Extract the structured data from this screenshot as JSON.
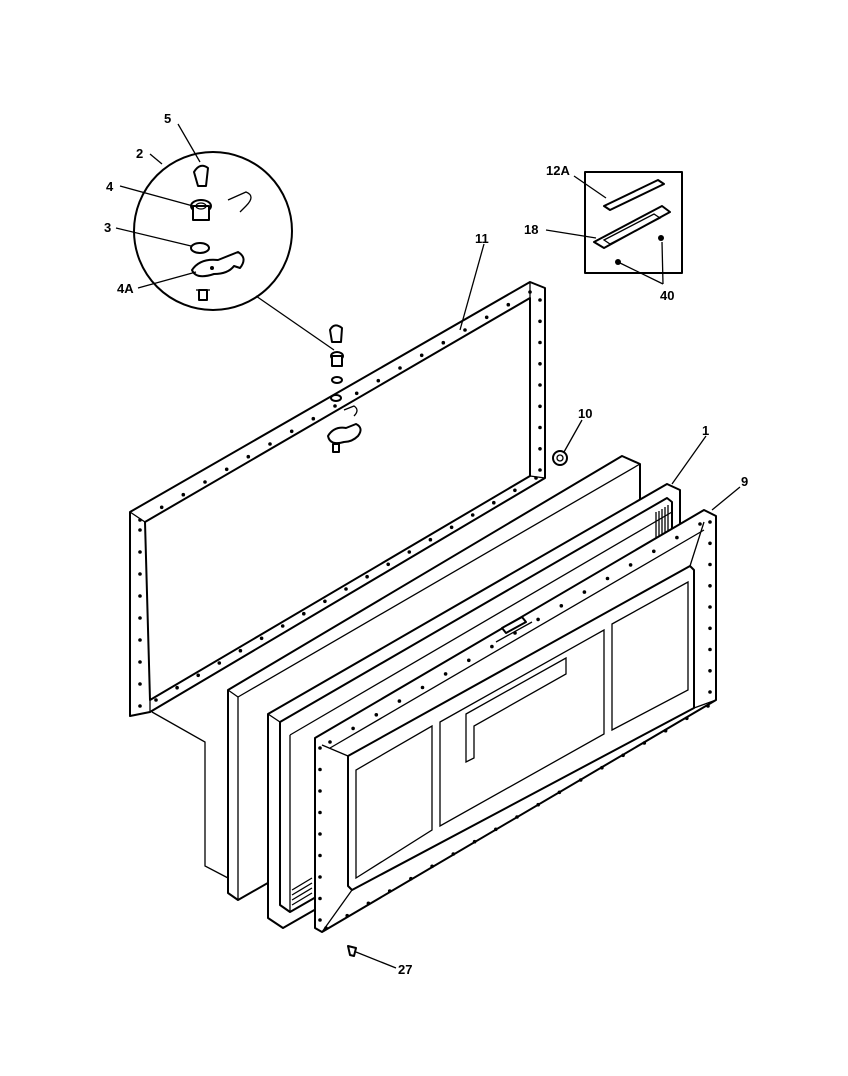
{
  "callouts": {
    "c5": "5",
    "c2": "2",
    "c4": "4",
    "c3": "3",
    "c4a": "4A",
    "c11": "11",
    "c12a": "12A",
    "c18": "18",
    "c40": "40",
    "c10": "10",
    "c1": "1",
    "c9": "9",
    "c27": "27"
  },
  "colors": {
    "line": "#000000",
    "background": "#ffffff"
  }
}
